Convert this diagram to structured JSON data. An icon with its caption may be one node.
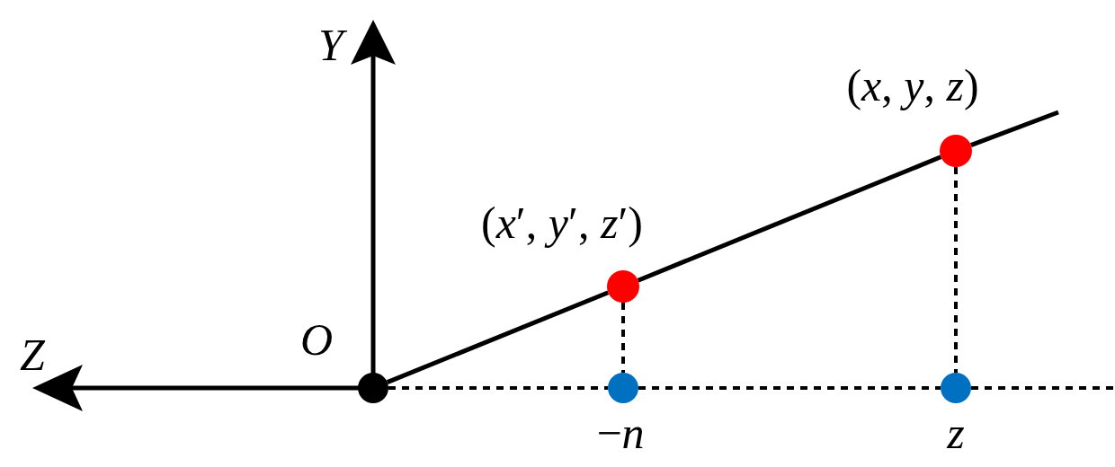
{
  "diagram": {
    "nodes": [
      {
        "text": [],
        "shape": "circle",
        "beside": [
          "O"
        ]
      },
      {
        "text": [],
        "shape": "circle",
        "beside": [
          "(*x*′, *y*′, *z*′)"
        ]
      },
      {
        "text": [],
        "shape": "circle",
        "beside": [
          "(*x*, *y*, *z*)"
        ]
      },
      {
        "text": [],
        "shape": "circle",
        "beside": [
          "−*n*"
        ]
      },
      {
        "text": [],
        "shape": "circle",
        "beside": [
          "z"
        ]
      }
    ],
    "edges": [
      {
        "from": 0,
        "to": 1,
        "arrow": "none"
      },
      {
        "from": 1,
        "to": 2,
        "arrow": "none"
      },
      {
        "from": 2,
        "to": null,
        "arrow": "none"
      },
      {
        "from": 1,
        "to": 3,
        "arrow": "none",
        "style": "dashed"
      },
      {
        "from": 2,
        "to": 4,
        "arrow": "none",
        "style": "dashed"
      },
      {
        "from": 0,
        "to": 3,
        "arrow": "none",
        "style": "dashed"
      },
      {
        "from": 3,
        "to": 4,
        "arrow": "none",
        "style": "dashed"
      },
      {
        "from": 4,
        "to": null,
        "arrow": "none",
        "style": "dashed"
      }
    ],
    "labels": [
      "Y",
      "Z"
    ]
  }
}
